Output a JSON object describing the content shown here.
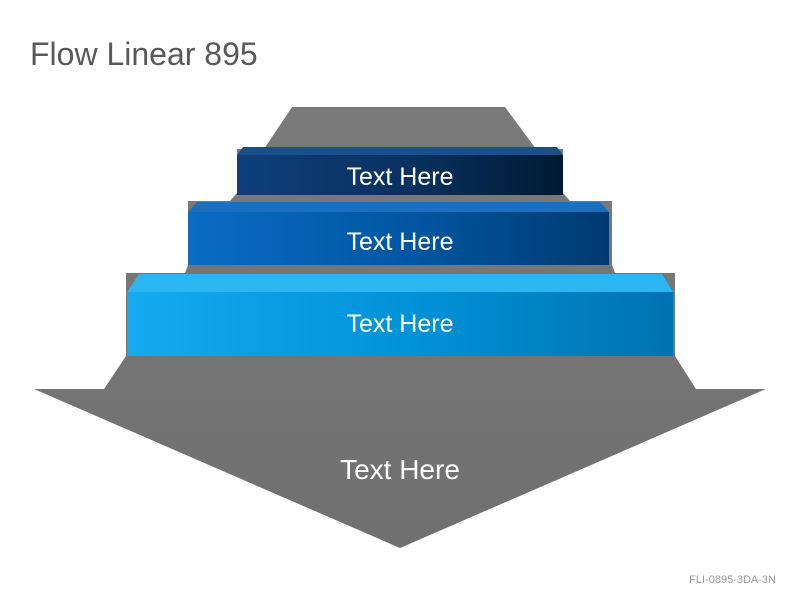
{
  "title": "Flow Linear 895",
  "steps": [
    {
      "label": "Text Here"
    },
    {
      "label": "Text Here"
    },
    {
      "label": "Text Here"
    }
  ],
  "arrow": {
    "label": "Text Here"
  },
  "code": "FLI-0895-3DA-3N",
  "colors": {
    "title": "#595959",
    "arrow_gray": "#767676",
    "step_top": "#002850",
    "step_middle": "#005aa0",
    "step_bottom": "#00a0e6",
    "label": "#ffffff",
    "code": "#9a9a9a"
  }
}
